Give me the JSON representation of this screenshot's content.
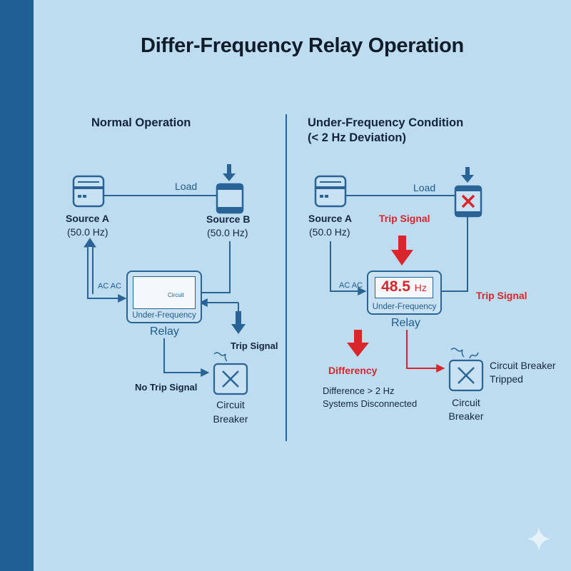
{
  "title": "Differ-Frequency Relay Operation",
  "colors": {
    "background": "#bddcf0",
    "side_bar": "#1f5f93",
    "line": "#2a6497",
    "alert_red": "#d8262c",
    "ok_green": "#3cb043"
  },
  "left_panel": {
    "heading": "Normal Operation",
    "load_label": "Load",
    "source_a": {
      "name": "Source A",
      "frequency": "(50.0 Hz)",
      "icon": "generator-icon"
    },
    "source_b": {
      "name": "Source B",
      "frequency": "(50.0 Hz)",
      "icon": "generator-icon"
    },
    "ac_label": "AC AC",
    "relay": {
      "inner_label": "Circuit",
      "type_label": "Under-Frequency",
      "name": "Relay",
      "status_icon": "check-icon"
    },
    "trip_signal_label": "Trip Signal",
    "no_trip_label": "No Trip Signal",
    "breaker": {
      "name_line1": "Circuit",
      "name_line2": "Breaker",
      "icon": "breaker-x-icon"
    }
  },
  "right_panel": {
    "heading_line1": "Under-Frequency Condition",
    "heading_line2": "(< 2 Hz Deviation)",
    "load_label": "Load",
    "source_a": {
      "name": "Source A",
      "frequency": "(50.0 Hz)",
      "icon": "generator-icon"
    },
    "source_b_status_icon": "red-x-icon",
    "trip_signal_top": "Trip Signal",
    "ac_label": "AC AC",
    "relay": {
      "frequency_value": "48.5",
      "frequency_unit": "Hz",
      "type_label": "Under-Frequency",
      "name": "Relay",
      "status_icon": "alert-icon"
    },
    "trip_signal_right": "Trip Signal",
    "differency_label": "Differency",
    "difference_text": "Difference > 2 Hz",
    "disconnect_text": "Systems Disconnected",
    "breaker": {
      "name_line1": "Circuit",
      "name_line2": "Breaker",
      "status_line1": "Circuit Breaker",
      "status_line2": "Tripped",
      "icon": "breaker-x-icon"
    }
  }
}
